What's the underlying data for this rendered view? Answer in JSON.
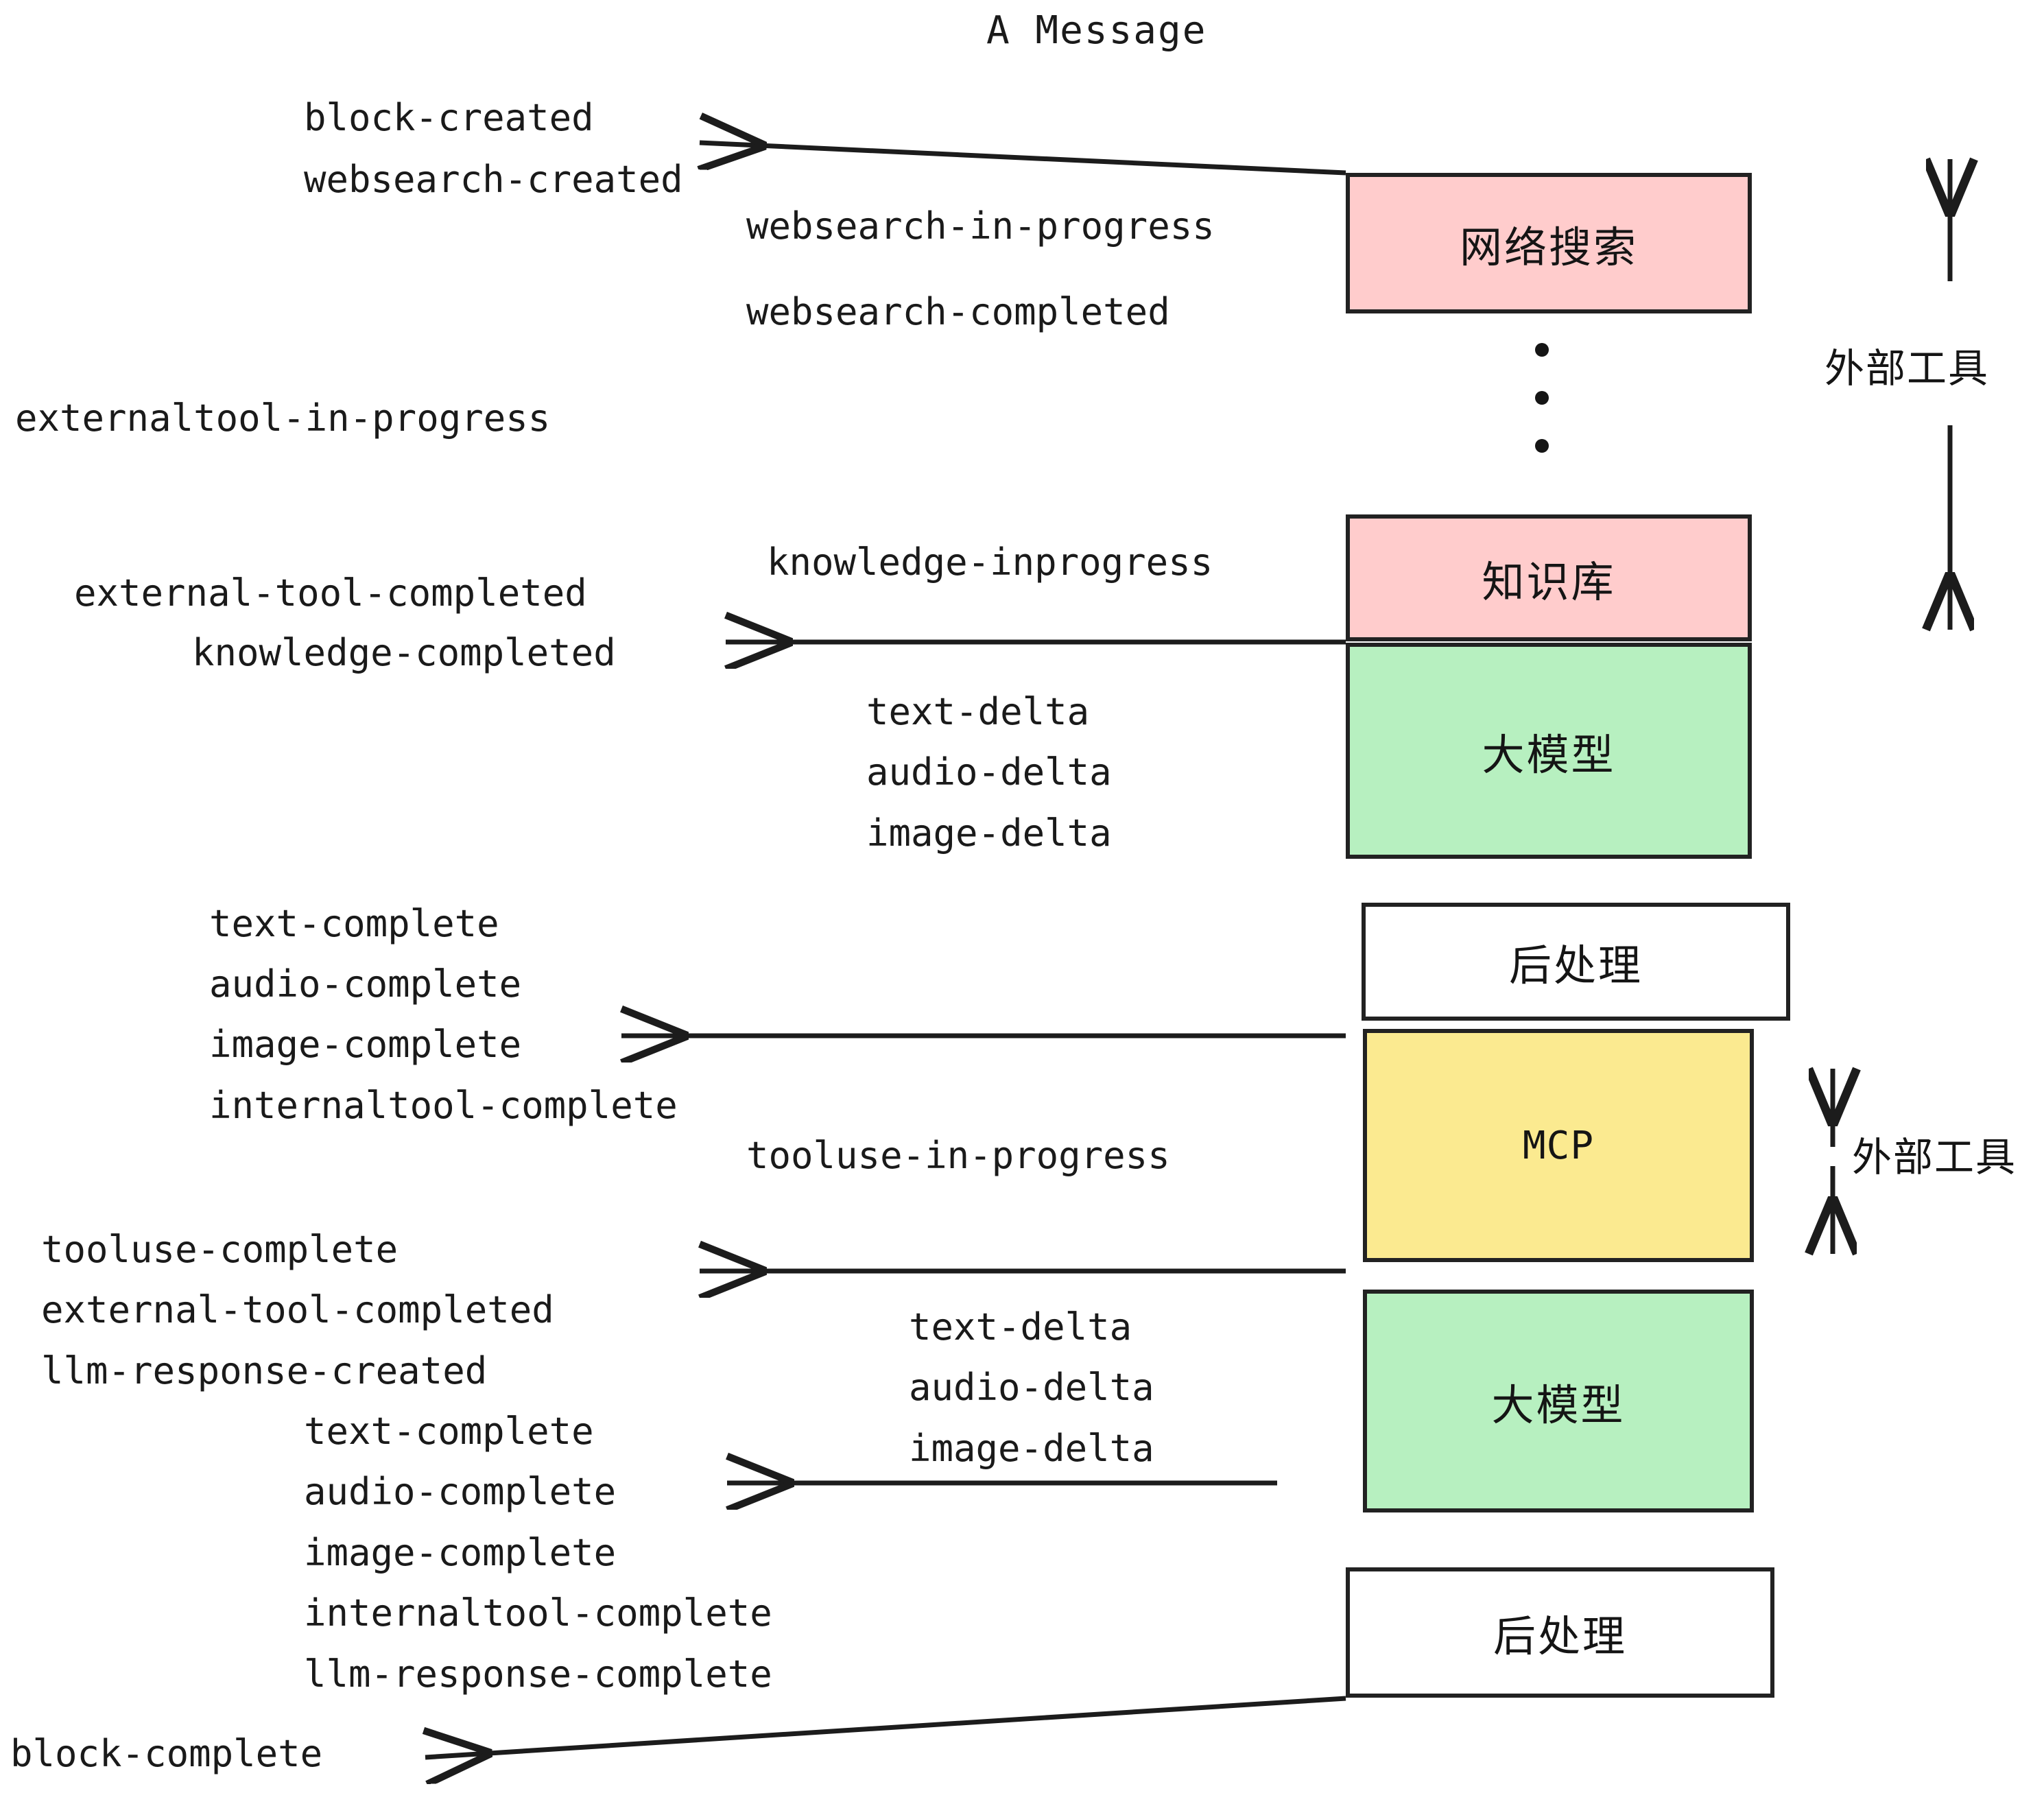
{
  "title": "A Message",
  "colors": {
    "pink": "#FFCCCC",
    "green": "#B7F0C0",
    "yellow": "#FBEA90",
    "white": "#FFFFFF",
    "stroke": "#222222",
    "text": "#1a1a1a"
  },
  "nodes": {
    "websearch": "网络搜索",
    "knowledge": "知识库",
    "llm_1": "大模型",
    "postprocess_1": "后处理",
    "mcp": "MCP",
    "llm_2": "大模型",
    "postprocess_2": "后处理"
  },
  "side_labels": {
    "external_tool_top": "外部工具",
    "external_tool_bottom": "外部工具"
  },
  "events": {
    "block_created": "block-created",
    "websearch_created": "websearch-created",
    "websearch_in_progress": "websearch-in-progress",
    "websearch_completed": "websearch-completed",
    "externaltool_in_progress": "externaltool-in-progress",
    "knowledge_inprogress": "knowledge-inprogress",
    "external_tool_completed_1": "external-tool-completed",
    "knowledge_completed": "knowledge-completed",
    "text_delta_1": "text-delta",
    "audio_delta_1": "audio-delta",
    "image_delta_1": "image-delta",
    "text_complete_1": "text-complete",
    "audio_complete_1": "audio-complete",
    "image_complete_1": "image-complete",
    "internaltool_complete_1": "internaltool-complete",
    "tooluse_in_progress": "tooluse-in-progress",
    "tooluse_complete": "tooluse-complete",
    "external_tool_completed_2": "external-tool-completed",
    "llm_response_created": "llm-response-created",
    "text_delta_2": "text-delta",
    "audio_delta_2": "audio-delta",
    "image_delta_2": "image-delta",
    "text_complete_2": "text-complete",
    "audio_complete_2": "audio-complete",
    "image_complete_2": "image-complete",
    "internaltool_complete_2": "internaltool-complete",
    "llm_response_complete": "llm-response-complete",
    "block_complete": "block-complete"
  }
}
